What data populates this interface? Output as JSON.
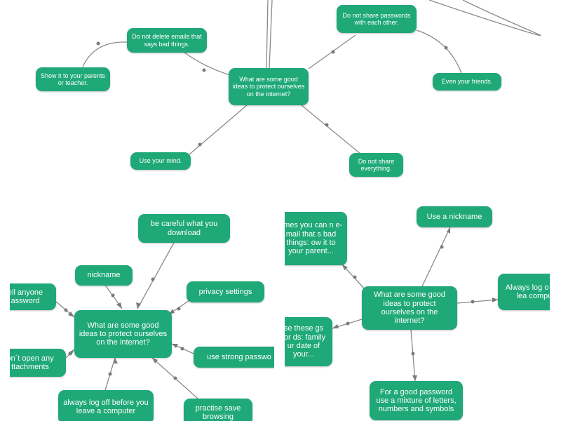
{
  "maps": [
    {
      "center": "What are some good ideas to protect ourselves on the internet?",
      "nodes": {
        "emails": "Do not delete emails that says bad things.",
        "show": "Show it to your parents or teacher.",
        "passwords": "Do not share passwords with each other.",
        "friends": "Even your friends.",
        "mind": "Use your mind.",
        "everything": "Do not share everything."
      }
    },
    {
      "center": "What are some good ideas to protect ourselves on the internet?",
      "nodes": {
        "download": "be careful what you download",
        "nickname": "nickname",
        "privacy": "privacy settings",
        "tell": "ell anyone assword",
        "strong": "use strong passwo",
        "attach": "on´t open any ttachments",
        "logoff": "always log off before you leave a computer",
        "practise": "practise save browsing"
      }
    },
    {
      "center": "What are some good ideas to protect ourselves on the internet?",
      "nodes": {
        "sometimes": "times you can n e-mail that s bad things: ow it to your parent...",
        "nickname": "Use a nickname",
        "logof": "Always log o you lea compu",
        "these": "se these gs for ds: family ur date of your...",
        "goodpw": "For a good password use a mixture of letters, numbers and symbols"
      }
    }
  ]
}
